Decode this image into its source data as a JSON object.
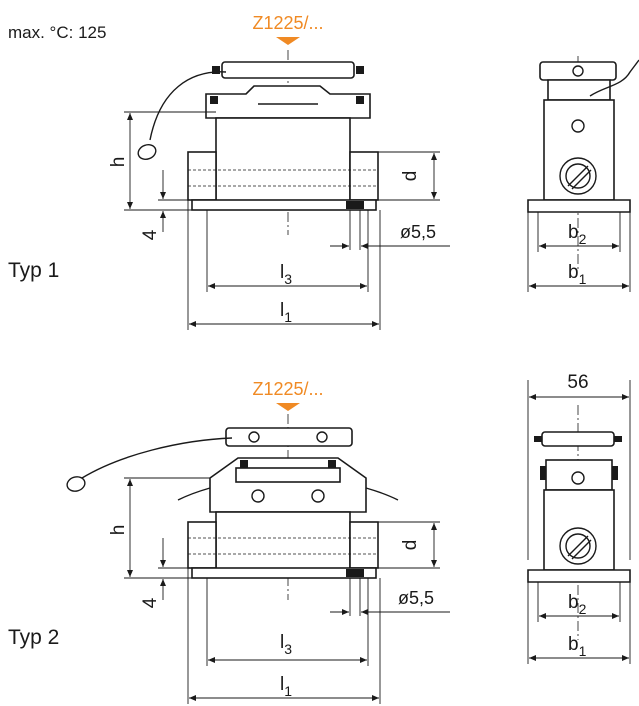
{
  "header": {
    "max_temp": "max. °C: 125"
  },
  "accent_color": "#f08a24",
  "typ1": {
    "label": "Typ 1",
    "part_no": "Z1225/...",
    "dims": {
      "h": "h",
      "four": "4",
      "d": "d",
      "hole": "ø5,5",
      "l3": "l",
      "l3_sub": "3",
      "l1": "l",
      "l1_sub": "1",
      "b2": "b",
      "b2_sub": "2",
      "b1": "b",
      "b1_sub": "1"
    }
  },
  "typ2": {
    "label": "Typ 2",
    "part_no": "Z1225/...",
    "dims": {
      "h": "h",
      "four": "4",
      "d": "d",
      "hole": "ø5,5",
      "l3": "l",
      "l3_sub": "3",
      "l1": "l",
      "l1_sub": "1",
      "b2": "b",
      "b2_sub": "2",
      "b1": "b",
      "b1_sub": "1",
      "width": "56"
    }
  }
}
